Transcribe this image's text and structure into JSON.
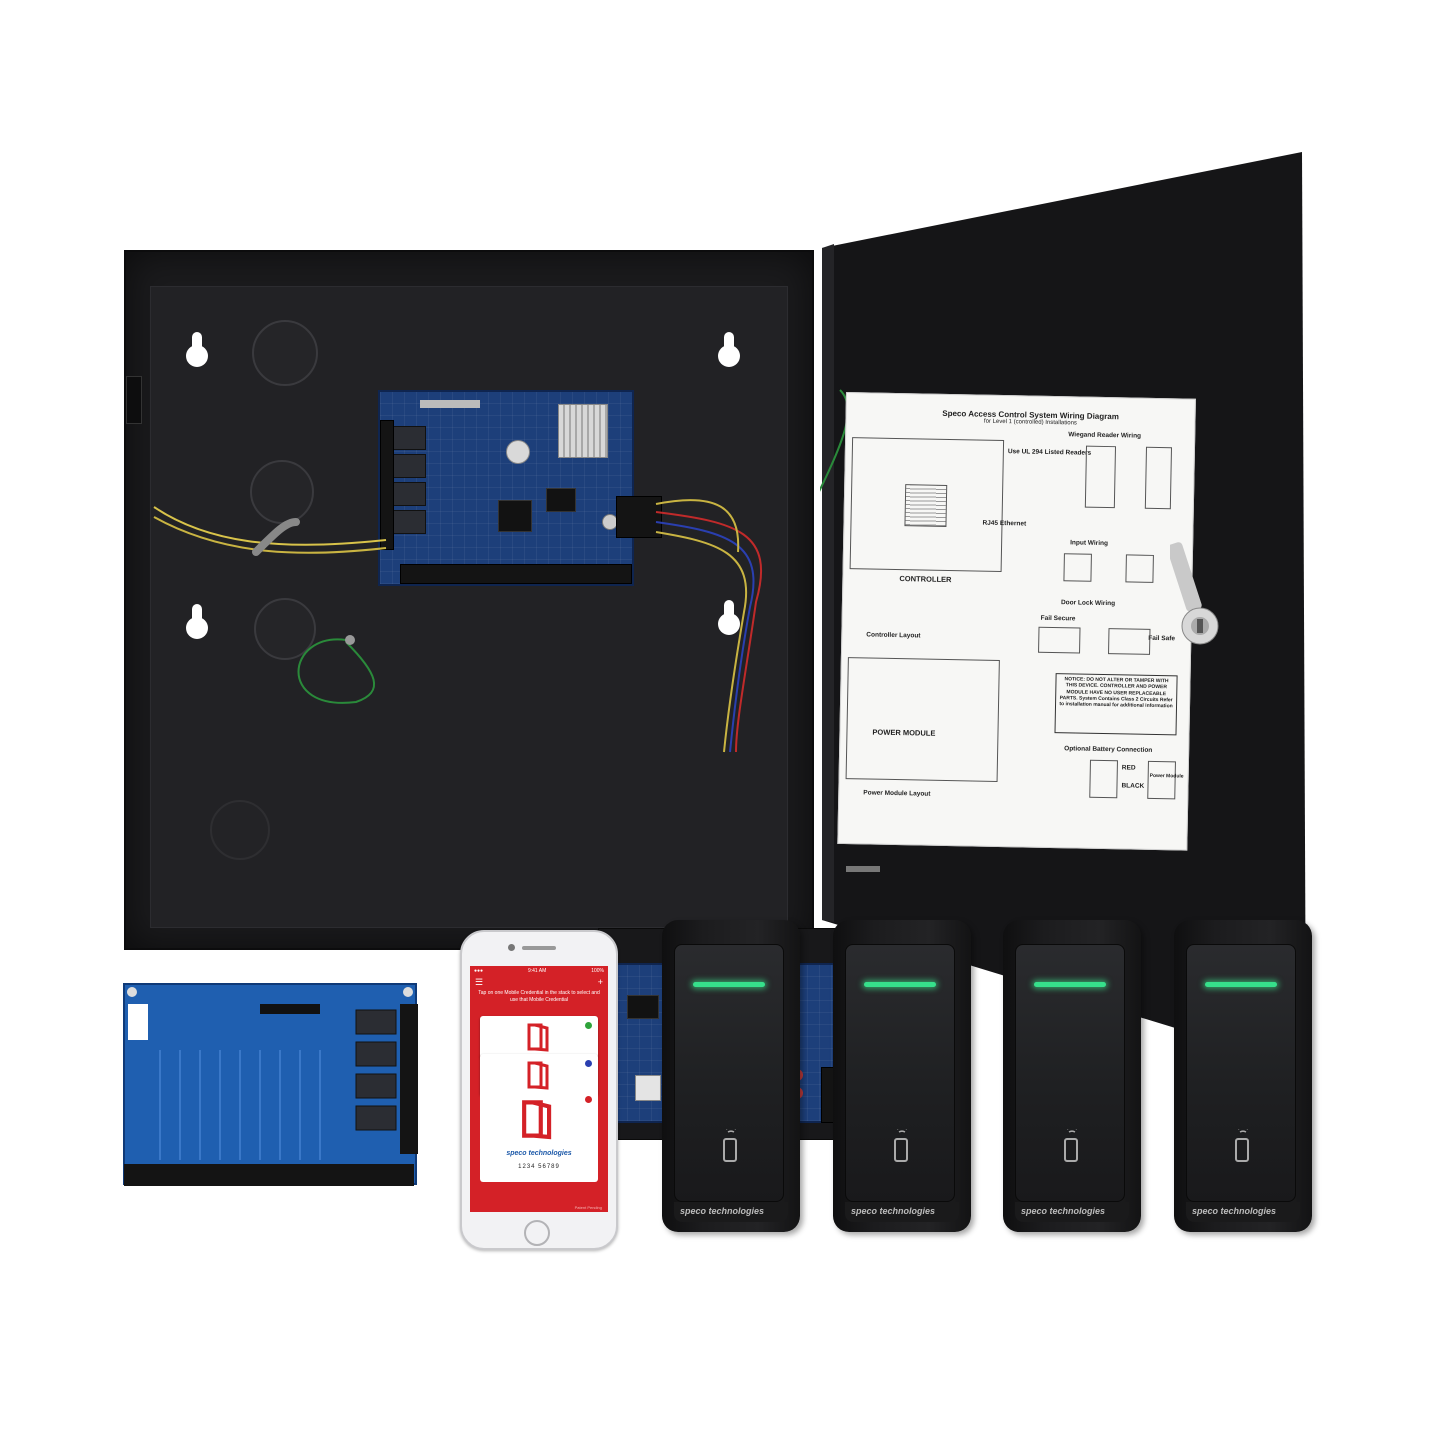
{
  "colors": {
    "enclosure": "#1b1b1d",
    "board": "#1d3f7a",
    "app_red": "#d42127",
    "led_green": "#36e08b",
    "brand_blue": "#1b58a8"
  },
  "wiring_diagram": {
    "title": "Speco Access Control System Wiring Diagram",
    "subtitle": "for Level 1 (controlled) Installations",
    "labels": {
      "controller": "CONTROLLER",
      "power_module": "POWER MODULE",
      "wiegand": "Wiegand Reader Wiring",
      "input": "Input Wiring",
      "door_lock": "Door Lock Wiring",
      "battery": "Optional Battery Connection",
      "controller_layout": "Controller Layout",
      "power_layout": "Power Module Layout",
      "ul294": "Use UL 294 Listed Readers",
      "rj45": "RJ45 Ethernet",
      "fail_secure": "Fail Secure",
      "fail_safe": "Fail Safe",
      "red": "RED",
      "black": "BLACK",
      "power_module_box": "Power Module"
    },
    "notice": "NOTICE: DO NOT ALTER OR TAMPER WITH THIS DEVICE. CONTROLLER AND POWER MODULE HAVE NO USER REPLACEABLE PARTS. System Contains Class 2 Circuits Refer to installation manual for additional information"
  },
  "phone": {
    "time": "9:41 AM",
    "battery": "100%",
    "menu_icon": "hamburger-icon",
    "add_icon": "plus-icon",
    "hint": "Tap on one Mobile Credential in the stack to select and use that Mobile Credential",
    "credential_dots": [
      "#2fa33a",
      "#2a3fb0",
      "#d42127"
    ],
    "brand": "speco technologies",
    "card_number": "1234   56789",
    "patent": "Patent Pending"
  },
  "readers": [
    {
      "brand": "speco technologies"
    },
    {
      "brand": "speco technologies"
    },
    {
      "brand": "speco technologies"
    },
    {
      "brand": "speco technologies"
    }
  ]
}
